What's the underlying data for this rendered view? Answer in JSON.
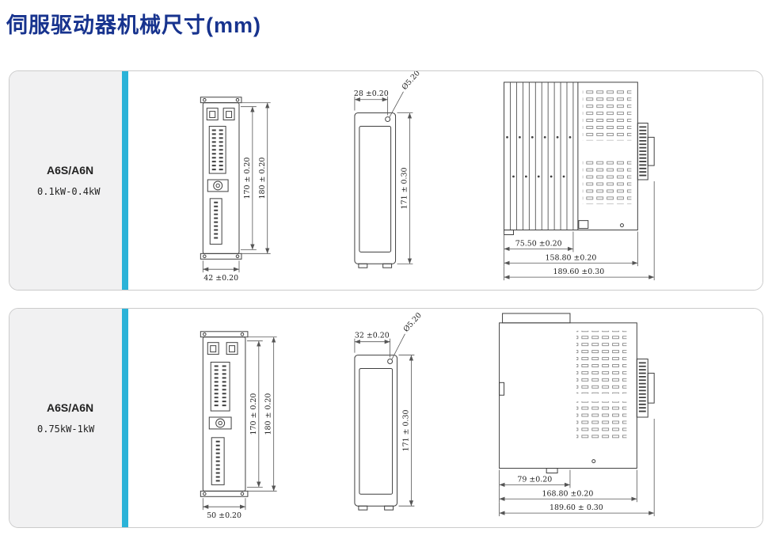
{
  "title": "伺服驱动器机械尺寸(mm)",
  "colors": {
    "title_blue": "#17338e",
    "accent_stripe": "#2bb3d8",
    "label_bg": "#f1f1f2",
    "panel_border": "#cbcbcb",
    "drawing_line": "#3f3f3f"
  },
  "panels": [
    {
      "model": "A6S/A6N",
      "power": "0.1kW-0.4kW",
      "front_width": "42 ±0.20",
      "front_height_inner": "170 ± 0.20",
      "front_height_outer": "180 ± 0.20",
      "side_width": "28 ±0.20",
      "side_hole": "Ø5.20",
      "side_height": "171 ± 0.30",
      "profile_dim1": "75.50 ±0.20",
      "profile_dim2": "158.80 ±0.20",
      "profile_dim3": "189.60 ±0.30"
    },
    {
      "model": "A6S/A6N",
      "power": "0.75kW-1kW",
      "front_width": "50 ±0.20",
      "front_height_inner": "170 ± 0.20",
      "front_height_outer": "180 ± 0.20",
      "side_width": "32 ±0.20",
      "side_hole": "Ø5.20",
      "side_height": "171 ± 0.30",
      "profile_dim1": "79 ±0.20",
      "profile_dim2": "168.80 ±0.20",
      "profile_dim3": "189.60 ± 0.30"
    }
  ]
}
